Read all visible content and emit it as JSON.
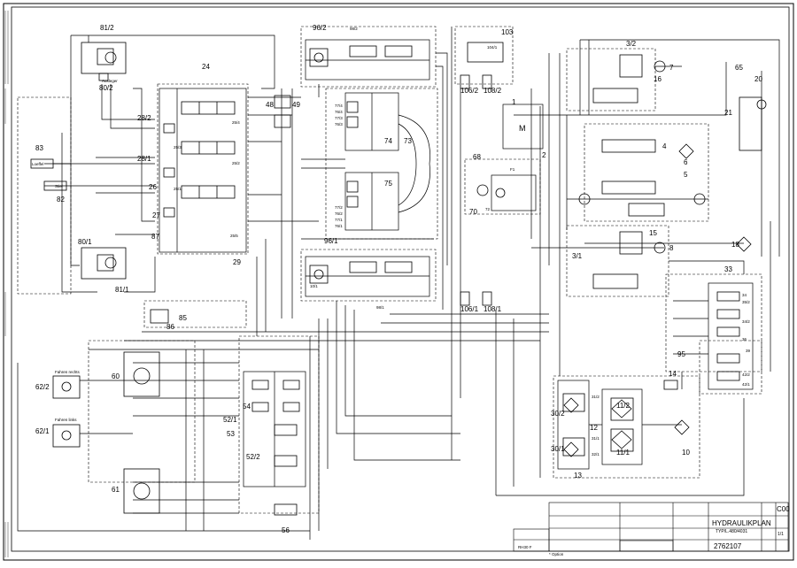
{
  "title_block": {
    "sheet_code": "C00",
    "drawing_title": "HYDRAULIKPLAN",
    "subtitle": "TYP/L.480/4031",
    "drawing_number": "2762107",
    "sheet": "1/1",
    "project": "RH30 F",
    "option_note": "* Option"
  },
  "labels": {
    "l81_2": "81/2",
    "l80_2": "80/2",
    "l24": "24",
    "l28_2": "28/2",
    "l28_1": "28/1",
    "l26": "26",
    "l27": "27",
    "l87": "87",
    "l29": "29",
    "l83": "83",
    "l82": "82",
    "l80_1": "80/1",
    "l81_1": "81/1",
    "l25_4": "25/4",
    "l25_3": "25/3",
    "l25_2": "25/2",
    "l25_1": "25/1",
    "l25_5": "25/5",
    "l98_2": "98/2",
    "l96_2": "96/2",
    "l48": "48",
    "l49": "49",
    "l77_4": "77/4",
    "l76_4": "76/4",
    "l77_3": "77/3",
    "l76_3": "76/3",
    "l74": "74",
    "l73": "73",
    "l75": "75",
    "l77_2": "77/2",
    "l76_2": "76/2",
    "l77_1": "77/1",
    "l76_1": "76/1",
    "l96_1": "96/1",
    "l98_1": "98/1",
    "l10_1": "10/1",
    "l85": "85",
    "l86": "86",
    "l103": "103",
    "l104_1": "104/1",
    "l106_2": "106/2",
    "l108_2": "108/2",
    "l1": "1",
    "l2": "2",
    "l68": "68",
    "l70": "70",
    "l72": "72",
    "lF1": "F1",
    "l106_1": "106/1",
    "l108_1": "108/1",
    "l3_2": "3/2",
    "l7": "7",
    "l16": "16",
    "l65": "65",
    "l20": "20",
    "l21": "21",
    "l4": "4",
    "l6": "6",
    "l5": "5",
    "l15": "15",
    "l8": "8",
    "l18": "18",
    "l3_1": "3/1",
    "l33": "33",
    "l34": "34",
    "l35_2": "35/2",
    "l34_2": "34/2",
    "l95": "95",
    "l36": "36",
    "l42_2": "42/2",
    "l42_1": "42/1",
    "l39": "39",
    "l60": "60",
    "l62_2": "62/2",
    "l62_1": "62/1",
    "l61": "61",
    "l54": "54",
    "l52_1": "52/1",
    "l53": "53",
    "l52_2": "52/2",
    "l56": "56",
    "l14": "14",
    "l31_2": "31/2",
    "l30_2": "30/2",
    "l12": "12",
    "l11_2": "11/2",
    "l11_1": "11/1",
    "l31_1": "31/1",
    "l30_1": "30/1",
    "l32_1": "32/1",
    "l13": "13",
    "l10": "10",
    "loeffel": "Loeffel",
    "stiel": "Stiel",
    "ausleger": "Ausleger",
    "fahren_rechts": "Fahren rechts",
    "fahren_links": "Fahren links",
    "motor_M": "M"
  },
  "icons": {
    "pump": "pump-symbol-icon",
    "motor": "motor-symbol-icon",
    "cylinder": "hydraulic-cylinder-icon",
    "filter": "filter-icon",
    "valve": "directional-valve-icon"
  }
}
